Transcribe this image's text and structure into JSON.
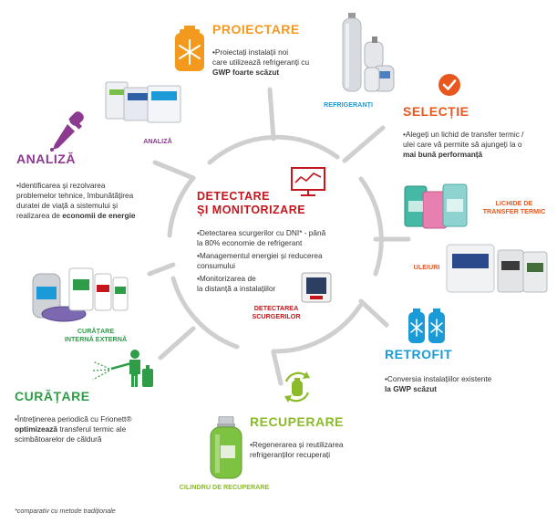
{
  "colors": {
    "proiectare": "#f39a1e",
    "selectie": "#e8581e",
    "analiza": "#8b3a8f",
    "detectare": "#c4161c",
    "retrofit": "#1a9bd7",
    "recuperare": "#8bbb2a",
    "curatare": "#2f9d47",
    "gray_line": "#c9c9c9"
  },
  "proiectare": {
    "title": "PROIECTARE",
    "line1": "Proiectați instalații noi",
    "line2": "care utilizează refrigeranți cu",
    "line3": "GWP foarte scăzut",
    "photo_label": "REFRIGERANȚI",
    "icon": "snowflake-cylinder-icon"
  },
  "selectie": {
    "title": "SELECȚIE",
    "line1": "Alegeți un lichid de transfer termic /",
    "line2": "ulei care vă permite să ajungeți la o",
    "line3": "mai bună performanță",
    "label_fluids_1": "LICHIDE DE",
    "label_fluids_2": "TRANSFER TERMIC",
    "label_oils": "ULEIURI",
    "icon": "checkmark-icon"
  },
  "analiza": {
    "title": "ANALIZĂ",
    "photo_label": "ANALIZĂ",
    "line1": "Identificarea și rezolvarea",
    "line2": "problemelor tehnice, îmbunătățirea",
    "line3": "duratei de viață a sistemului și",
    "line4a": "realizarea de ",
    "line4b": "economii de energie",
    "icon": "pipette-icon"
  },
  "detectare": {
    "title1": "DETECTARE",
    "title2": "ȘI MONITORIZARE",
    "b1_l1": "Detectarea scurgerilor cu DNI* - până",
    "b1_l2": "la 80% economie de refrigerant",
    "b2_l1": "Managementul energiei și reducerea",
    "b2_l2": "consumului",
    "b3_l1": "Monitorizarea de",
    "b3_l2": "la distanță a instalațiilor",
    "photo_label_1": "DETECTAREA",
    "photo_label_2": "SCURGERILOR",
    "icon": "monitor-chart-icon"
  },
  "retrofit": {
    "title": "RETROFIT",
    "line1": "Conversia instalațiilor existente",
    "line2": "la GWP scăzut",
    "icon": "two-cylinders-icon"
  },
  "recuperare": {
    "title": "RECUPERARE",
    "line1": "Regenerarea și reutilizarea",
    "line2": "refrigeranților recuperați",
    "photo_label": "CILINDRU DE RECUPERARE",
    "icon": "recycle-cylinder-icon"
  },
  "curatare": {
    "title": "CURĂȚARE",
    "line1": "Întreținerea periodică cu Frionett®",
    "line2a": "optimizează",
    "line2b": " transferul termic ale",
    "line3": "scimbătoarelor de căldură",
    "photo_label_1": "CURĂȚARE",
    "photo_label_2": "INTERNĂ EXTERNĂ",
    "icon": "worker-spraying-icon"
  },
  "footnote": "*comparativ cu metode tradiționale"
}
